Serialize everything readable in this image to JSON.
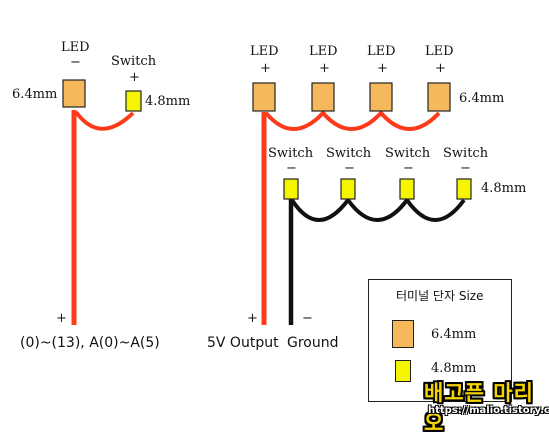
{
  "left_group": {
    "led_label": "LED",
    "led_polarity": "−",
    "led_size": "6.4mm",
    "switch_label": "Switch",
    "switch_polarity": "+",
    "switch_size": "4.8mm",
    "bottom_plus": "+",
    "bottom_label": "(0)~(13), A(0)~A(5)"
  },
  "right_group": {
    "leds": [
      {
        "label": "LED",
        "polarity": "+"
      },
      {
        "label": "LED",
        "polarity": "+"
      },
      {
        "label": "LED",
        "polarity": "+"
      },
      {
        "label": "LED",
        "polarity": "+"
      }
    ],
    "led_size": "6.4mm",
    "switches": [
      {
        "label": "Switch",
        "polarity": "−"
      },
      {
        "label": "Switch",
        "polarity": "−"
      },
      {
        "label": "Switch",
        "polarity": "−"
      },
      {
        "label": "Switch",
        "polarity": "−"
      }
    ],
    "switch_size": "4.8mm",
    "output_plus": "+",
    "output_label": "5V Output",
    "ground_minus": "−",
    "ground_label": "Ground"
  },
  "legend": {
    "title": "터미널 단자 Size",
    "items": [
      {
        "label": "6.4mm",
        "color": "#f5b95c"
      },
      {
        "label": "4.8mm",
        "color": "#f5f500"
      }
    ]
  },
  "watermark": {
    "title": "배고픈 마리오",
    "url": "https://malio.tistory.com"
  },
  "colors": {
    "wire_red": "#ff3a1a",
    "wire_black": "#111111",
    "led_terminal": "#f5b95c",
    "switch_terminal": "#f5f500"
  }
}
